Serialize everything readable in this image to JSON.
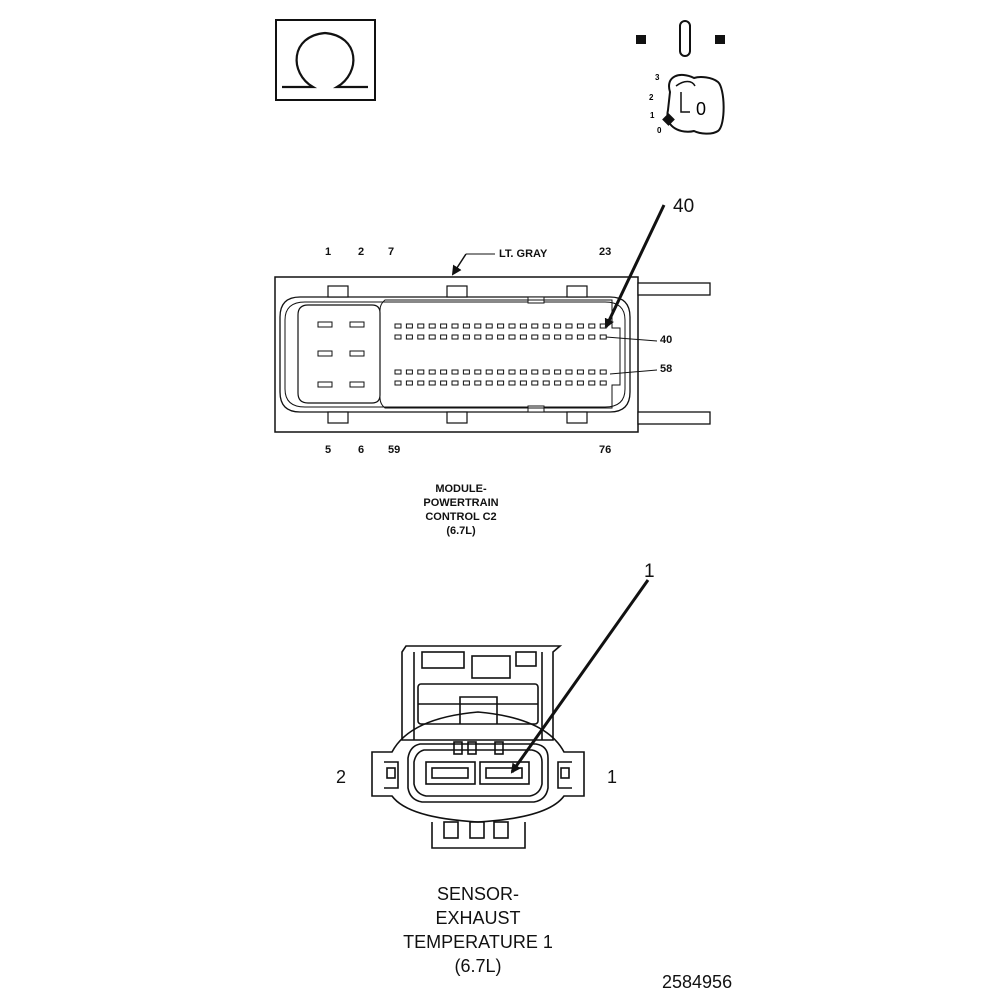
{
  "ohmmeter_icon": {
    "symbol": "Ω"
  },
  "ignition_icon": {
    "positions": [
      "3",
      "2",
      "1",
      "0"
    ],
    "key_label": "0"
  },
  "pcm_connector": {
    "callout_number": "40",
    "color_label": "LT. GRAY",
    "top_pins": [
      "1",
      "2",
      "7",
      "23"
    ],
    "bottom_pins": [
      "5",
      "6",
      "59",
      "76"
    ],
    "side_pins": [
      "40",
      "58"
    ],
    "caption": [
      "MODULE-",
      "POWERTRAIN",
      "CONTROL C2",
      "(6.7L)"
    ]
  },
  "sensor_connector": {
    "callout_number": "1",
    "left_pin": "2",
    "right_pin": "1",
    "caption": [
      "SENSOR-",
      "EXHAUST",
      "TEMPERATURE 1",
      "(6.7L)"
    ]
  },
  "figure_id": "2584956",
  "colors": {
    "ink": "#111111",
    "background": "#ffffff"
  }
}
